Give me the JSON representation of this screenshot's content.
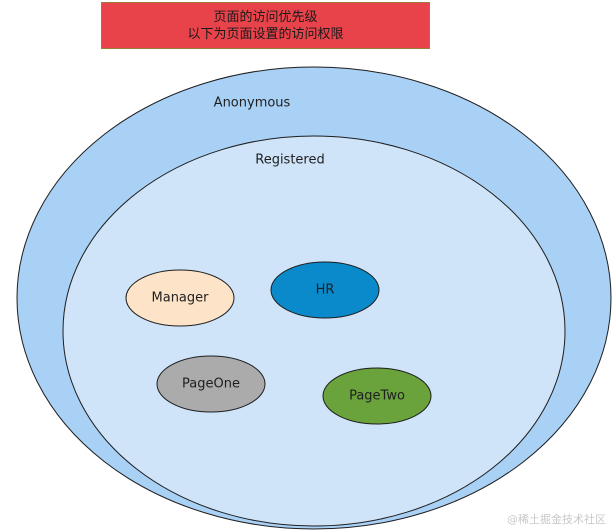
{
  "title": {
    "line1": "页面的访问优先级",
    "line2": "以下为页面设置的访问权限"
  },
  "sets": {
    "outer": "Anonymous",
    "inner": "Registered"
  },
  "nodes": [
    {
      "label": "Manager",
      "fill": "#fde4c9"
    },
    {
      "label": "HR",
      "fill": "#0a8acb"
    },
    {
      "label": "PageOne",
      "fill": "#ababab"
    },
    {
      "label": "PageTwo",
      "fill": "#6aa33c"
    }
  ],
  "colors": {
    "outer_fill": "#a9d0f5",
    "inner_fill": "#cfe4f8",
    "stroke": "#1e1e1e",
    "title_fill": "#e8434a"
  },
  "watermark": "@稀土掘金技术社区"
}
